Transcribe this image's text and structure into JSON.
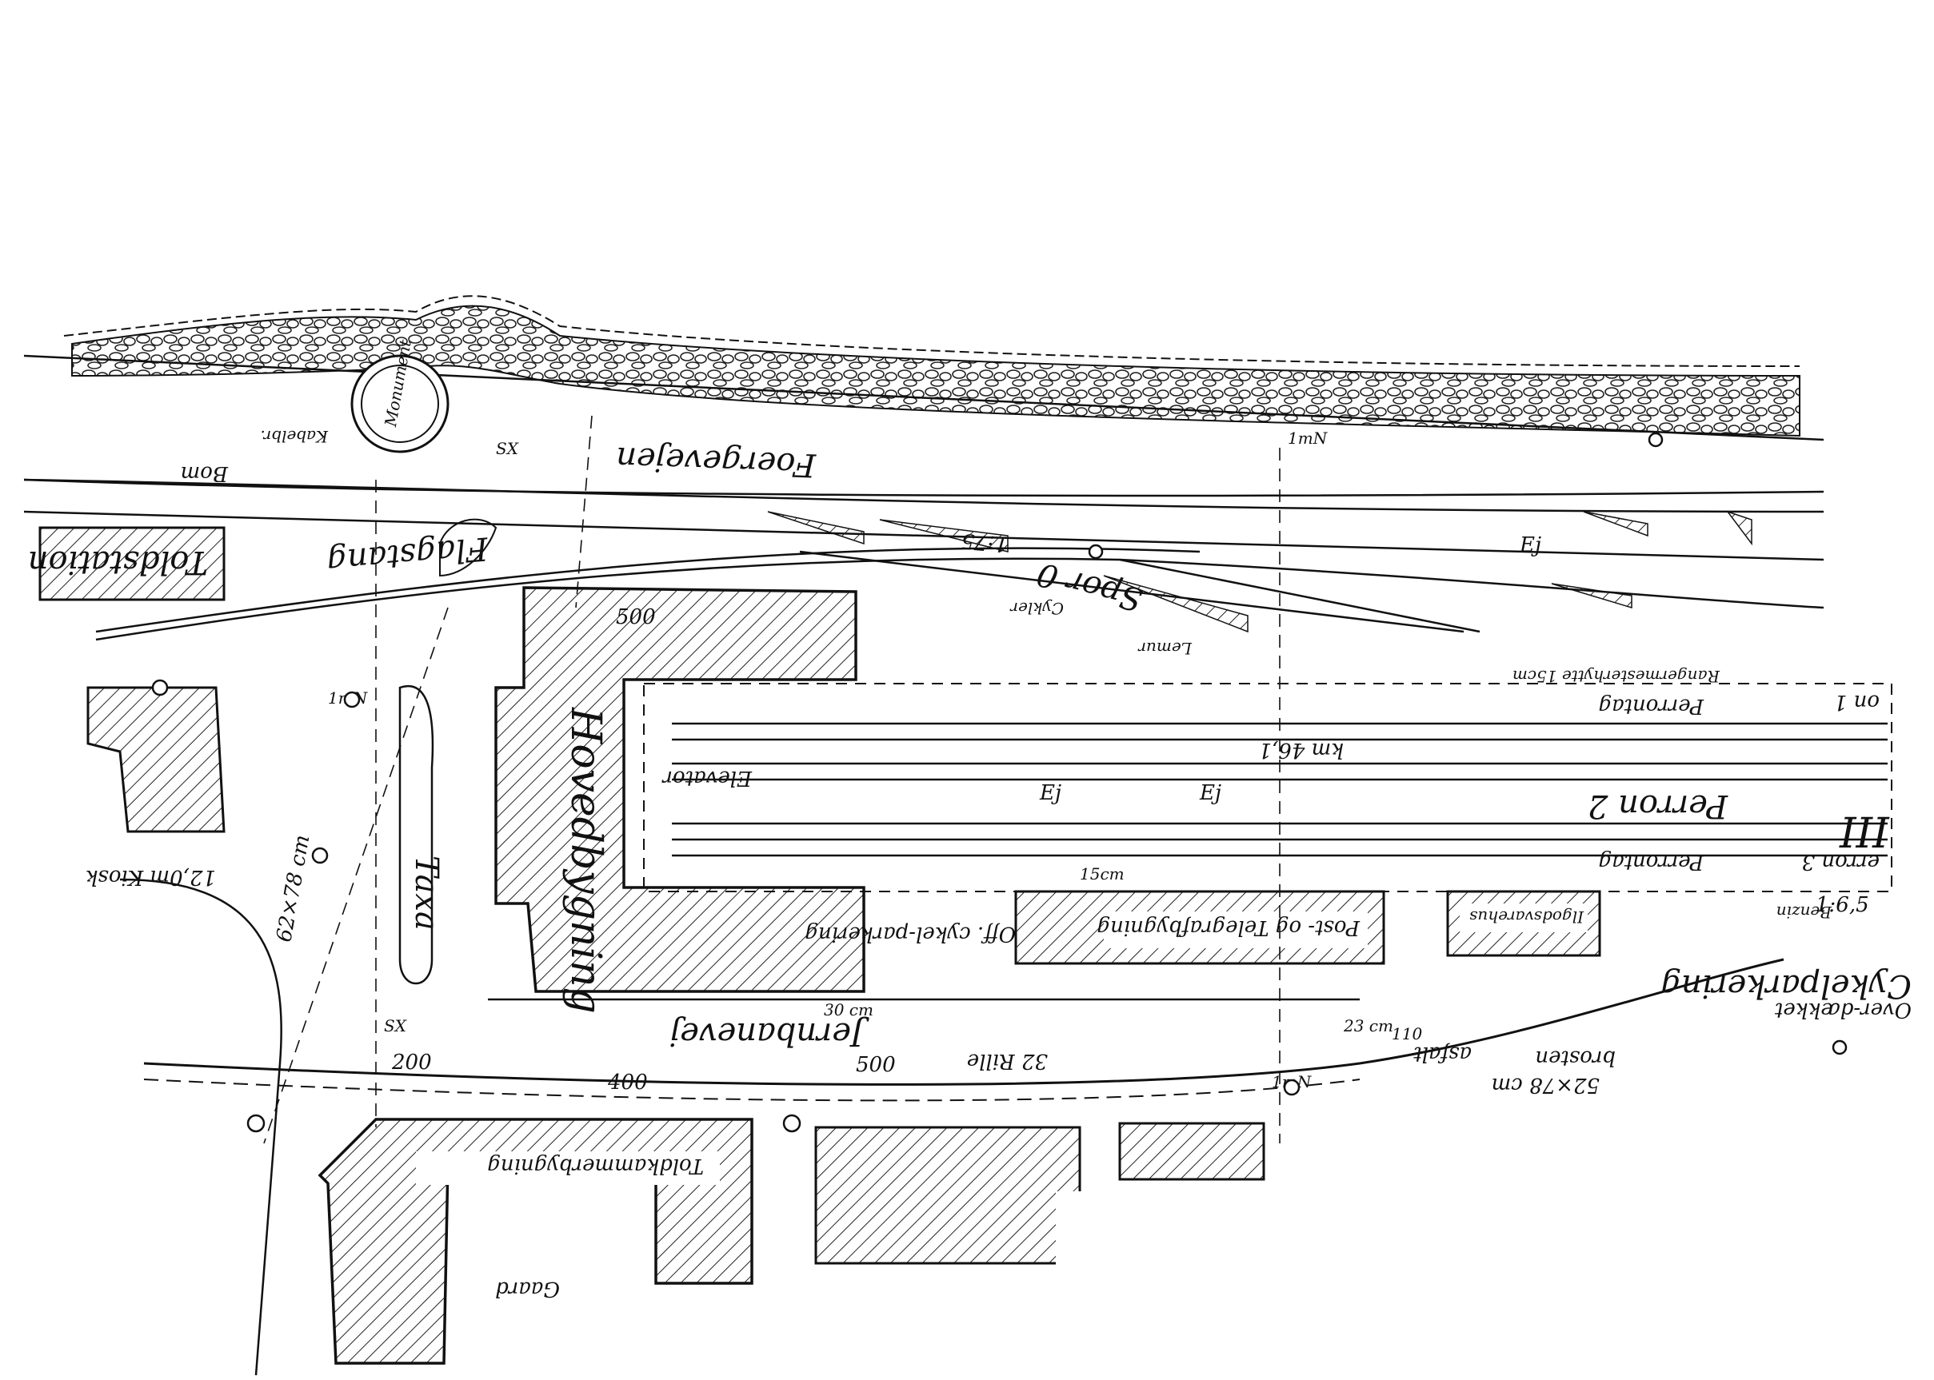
{
  "map": {
    "roads": {
      "foergevejen": "Foergevejen",
      "jernbanevej": "Jernbanevej"
    },
    "buildings": {
      "hovedbygning": "Hovedbygning",
      "toldkammerbygning": "Toldkammerbygning",
      "post_telegraf": "Post- og Telegrafbygning",
      "ilgodsvarehus": "Ilgodsvarehus",
      "toldbod": "Toldstation",
      "gaard": "Gaard"
    },
    "platforms": {
      "perron2": "Perron 2",
      "perrontag_1": "Perrontag",
      "perrontag_2": "Perrontag",
      "perron3": "erron 3",
      "perron1": "on 1"
    },
    "features": {
      "taxa": "Taxa",
      "spor0": "Spor 0",
      "track_III": "III",
      "flagstang": "Flagstang",
      "monument": "Monument",
      "cykel_parkering": "Cykelparkering",
      "off_cykel_parkering": "Off. cykel-parkering",
      "elevator": "Elevator",
      "km": "km 46,1",
      "brosten": "brosten",
      "asfalt": "asfalt",
      "overdaekket": "Over-dækket",
      "lemur": "Lemur",
      "cykler": "Cykler",
      "benzin": "Benzin",
      "rangermester": "Rangermesterhytte 15cm",
      "kabelbr": "Kabelbr.",
      "bom": "Bom",
      "kiosk": "12,0m Kiosk"
    },
    "measurements": {
      "m1": "62×78 cm",
      "m2": "52×78 cm",
      "m3": "32 Rille",
      "m4": "500",
      "m5": "1:75",
      "m6": "500",
      "m7": "1:6,5",
      "m8": "400",
      "m9": "200",
      "m10": "15cm",
      "m11": "30 cm",
      "m12": "110",
      "m13": "23 cm"
    },
    "symbols": {
      "ej": "Ej",
      "tmn": "1mN",
      "x": "SX"
    }
  }
}
